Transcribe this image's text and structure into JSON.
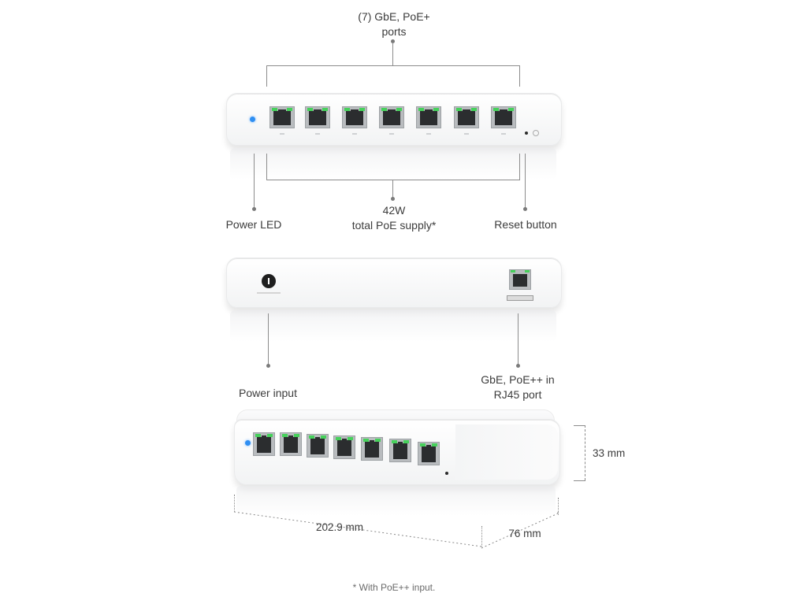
{
  "labels": {
    "ports_top_line1": "(7) GbE, PoE+",
    "ports_top_line2": "ports",
    "power_led": "Power LED",
    "poe_line1": "42W",
    "poe_line2": "total PoE supply*",
    "reset": "Reset button",
    "power_input": "Power input",
    "uplink_line1": "GbE, PoE++ in",
    "uplink_line2": "RJ45 port",
    "height": "33 mm",
    "width": "202.9 mm",
    "depth": "76 mm",
    "footnote": "* With PoE++ input."
  },
  "colors": {
    "led": "#2f8ff2",
    "port_led": "#46d15b"
  },
  "icons": {
    "power_port": "power-input-icon",
    "reset": "reset-button-icon"
  },
  "front_port_count": 7
}
